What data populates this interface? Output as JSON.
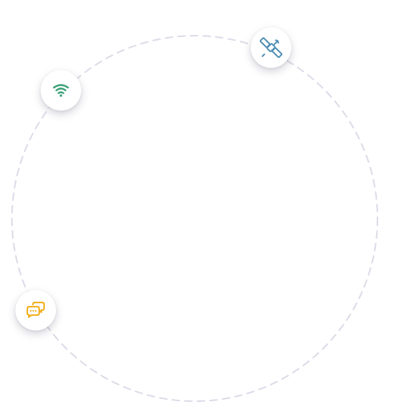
{
  "orbit": {
    "stroke_color": "#dcdde8",
    "style": "dashed"
  },
  "nodes": [
    {
      "id": "satellite",
      "icon": "satellite-icon",
      "color": "#4f8eb5"
    },
    {
      "id": "wifi",
      "icon": "wifi-icon",
      "color": "#3fa37a"
    },
    {
      "id": "chat",
      "icon": "chat-bubbles-icon",
      "color": "#f2b01e"
    }
  ]
}
